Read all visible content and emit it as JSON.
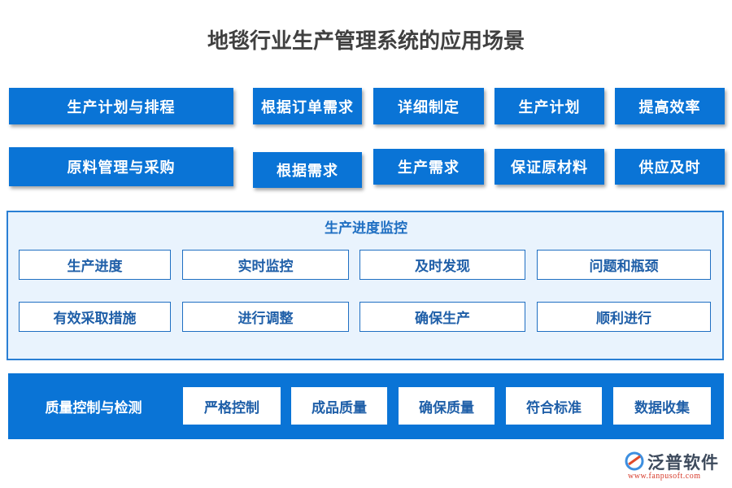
{
  "title": "地毯行业生产管理系统的应用场景",
  "row1": [
    "生产计划与排程",
    "根据订单需求",
    "详细制定",
    "生产计划",
    "提高效率"
  ],
  "row2": [
    "原料管理与采购",
    "根据需求",
    "生产需求",
    "保证原材料",
    "供应及时"
  ],
  "monitor": {
    "title": "生产进度监控",
    "row1": [
      "生产进度",
      "实时监控",
      "及时发现",
      "问题和瓶颈"
    ],
    "row2": [
      "有效采取措施",
      "进行调整",
      "确保生产",
      "顺利进行"
    ]
  },
  "quality": {
    "label": "质量控制与检测",
    "items": [
      "严格控制",
      "成品质量",
      "确保质量",
      "符合标准",
      "数据收集"
    ]
  },
  "logo": {
    "name": "泛普软件",
    "url": "www.fanpusoft.com"
  },
  "colors": {
    "primary": "#0a74d6",
    "panel_bg": "#e9f3fd",
    "text_blue": "#1f5fa8",
    "url_red": "#d63a2a"
  }
}
